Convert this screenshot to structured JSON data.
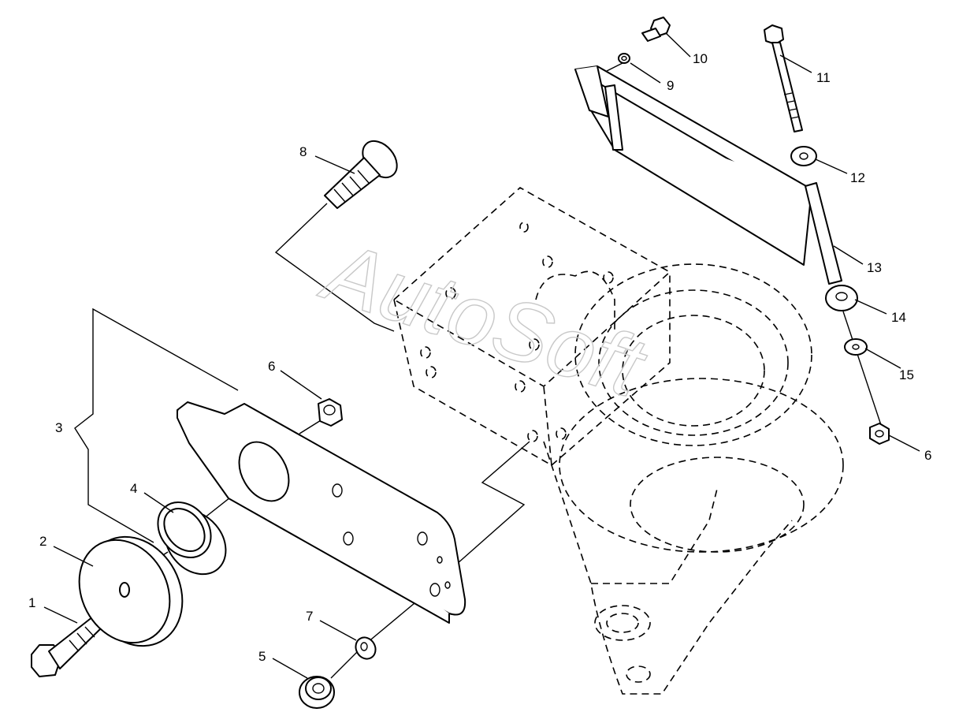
{
  "watermark": "AutoSoft",
  "callouts": [
    {
      "id": "1",
      "label": "1"
    },
    {
      "id": "2",
      "label": "2"
    },
    {
      "id": "3",
      "label": "3"
    },
    {
      "id": "4",
      "label": "4"
    },
    {
      "id": "5",
      "label": "5"
    },
    {
      "id": "6a",
      "label": "6"
    },
    {
      "id": "7",
      "label": "7"
    },
    {
      "id": "8",
      "label": "8"
    },
    {
      "id": "9",
      "label": "9"
    },
    {
      "id": "10",
      "label": "10"
    },
    {
      "id": "11",
      "label": "11"
    },
    {
      "id": "12",
      "label": "12"
    },
    {
      "id": "13",
      "label": "13"
    },
    {
      "id": "14",
      "label": "14"
    },
    {
      "id": "15",
      "label": "15"
    },
    {
      "id": "6b",
      "label": "6"
    }
  ]
}
